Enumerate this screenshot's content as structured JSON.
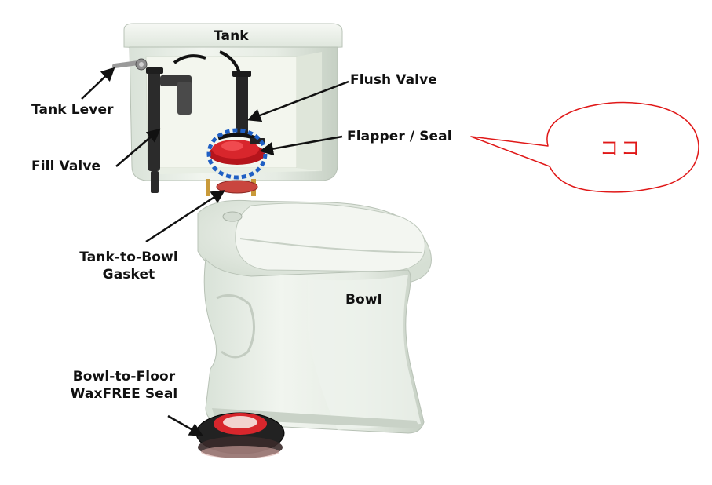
{
  "labels": {
    "tank": "Tank",
    "flush_valve": "Flush Valve",
    "tank_lever": "Tank Lever",
    "flapper_seal": "Flapper / Seal",
    "fill_valve": "Fill Valve",
    "tank_to_bowl_line1": "Tank-to-Bowl",
    "tank_to_bowl_line2": "Gasket",
    "bowl": "Bowl",
    "wax_line1": "Bowl-to-Floor",
    "wax_line2": "WaxFREE Seal"
  },
  "callout": {
    "text": "ココ"
  },
  "colors": {
    "porcelain": "#e9efe9",
    "porcelain_shadow": "#c8d2c8",
    "tank_interior": "#f3f6ee",
    "flapper_red": "#d8262c",
    "gasket_red": "#c9463f",
    "dark_part": "#2a2a2a",
    "highlight_blue": "#1f5fc4",
    "callout_red": "#e01818"
  }
}
